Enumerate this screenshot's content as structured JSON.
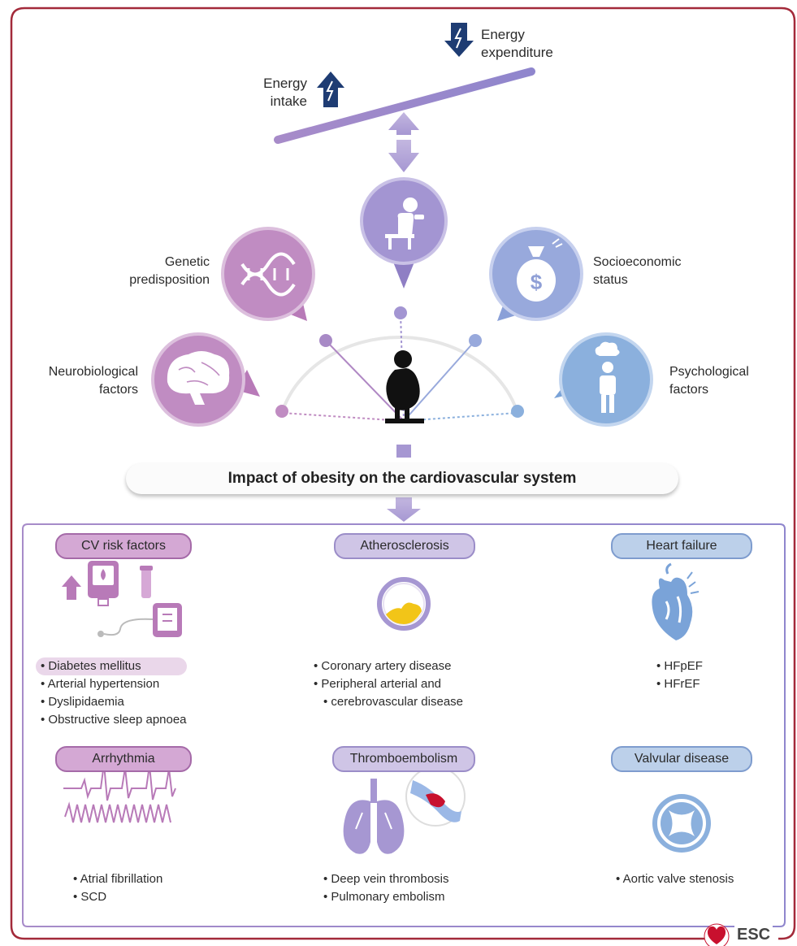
{
  "balance": {
    "energy_expenditure": [
      "Energy",
      "expenditure"
    ],
    "energy_intake": [
      "Energy",
      "intake"
    ]
  },
  "factors": {
    "genetic": [
      "Genetic",
      "predisposition"
    ],
    "socioeconomic": [
      "Socioeconomic",
      "status"
    ],
    "neurobiological": [
      "Neurobiological",
      "factors"
    ],
    "psychological": [
      "Psychological",
      "factors"
    ]
  },
  "impact_title": "Impact of obesity on the cardiovascular system",
  "panels": {
    "cv_risk": {
      "title": "CV risk factors",
      "items": [
        "Diabetes mellitus",
        "Arterial hypertension",
        "Dyslipidaemia",
        "Obstructive sleep apnoea"
      ]
    },
    "atherosclerosis": {
      "title": "Atherosclerosis",
      "items": [
        "Coronary artery disease",
        "Peripheral arterial and",
        "cerebrovascular disease"
      ]
    },
    "heart_failure": {
      "title": "Heart failure",
      "items": [
        "HFpEF",
        "HFrEF"
      ]
    },
    "arrhythmia": {
      "title": "Arrhythmia",
      "items": [
        "Atrial fibrillation",
        "SCD"
      ]
    },
    "thromboembolism": {
      "title": "Thromboembolism",
      "items": [
        "Deep vein thrombosis",
        "Pulmonary embolism"
      ]
    },
    "valvular": {
      "title": "Valvular disease",
      "items": [
        "Aortic valve stenosis"
      ]
    }
  },
  "logo": {
    "text": "ESC"
  },
  "colors": {
    "frame": "#a32a3a",
    "purple": "#b87ab8",
    "lavender": "#9b8dc8",
    "blue": "#8bb0dd",
    "navy": "#1e3c73"
  },
  "icons": [
    "arrow-up-icon",
    "arrow-down-icon",
    "dna-icon",
    "person-eating-icon",
    "money-bag-icon",
    "brain-icon",
    "anxious-person-icon",
    "obese-person-icon",
    "glucometer-icon",
    "blood-pressure-monitor-icon",
    "artery-plaque-icon",
    "heart-icon",
    "ecg-icon",
    "lungs-icon",
    "vein-clot-icon",
    "valve-icon",
    "heart-logo-icon"
  ]
}
